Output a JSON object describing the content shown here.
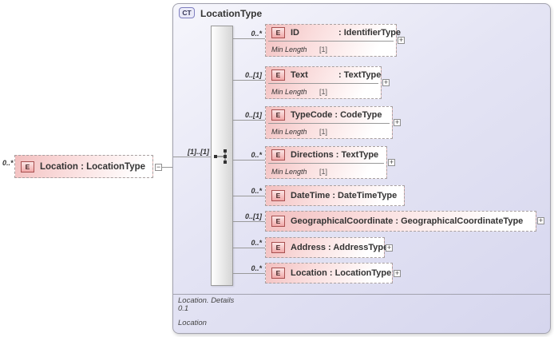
{
  "source_element": {
    "cardinality": "0..*",
    "badge": "E",
    "label": "Location : LocationType",
    "collapse_symbol": "−"
  },
  "panel": {
    "badge": "CT",
    "title": "LocationType",
    "connector_cardinality": "[1]..[1]",
    "sequence_icon": "sequence-connector-icon",
    "footer": {
      "line1": "Location. Details",
      "line2": "0.1",
      "line3": "Location"
    }
  },
  "elements": [
    {
      "cardinality": "0..*",
      "badge": "E",
      "name": "ID",
      "type": ": IdentifierType",
      "facet": {
        "label": "Min Length",
        "value": "[1]"
      },
      "expand_symbol": "+"
    },
    {
      "cardinality": "0..[1]",
      "badge": "E",
      "name": "Text",
      "type": ": TextType",
      "facet": {
        "label": "Min Length",
        "value": "[1]"
      },
      "expand_symbol": "+"
    },
    {
      "cardinality": "0..[1]",
      "badge": "E",
      "name": "TypeCode",
      "type": ": CodeType",
      "facet": {
        "label": "Min Length",
        "value": "[1]"
      },
      "expand_symbol": "+"
    },
    {
      "cardinality": "0..*",
      "badge": "E",
      "name": "Directions",
      "type": ": TextType",
      "facet": {
        "label": "Min Length",
        "value": "[1]"
      },
      "expand_symbol": "+"
    },
    {
      "cardinality": "0..*",
      "badge": "E",
      "name": "DateTime",
      "type": ": DateTimeType"
    },
    {
      "cardinality": "0..[1]",
      "badge": "E",
      "name": "GeographicalCoordinate",
      "type": ": GeographicalCoordinateType",
      "expand_symbol": "+"
    },
    {
      "cardinality": "0..*",
      "badge": "E",
      "name": "Address",
      "type": ": AddressType",
      "expand_symbol": "+"
    },
    {
      "cardinality": "0..*",
      "badge": "E",
      "name": "Location",
      "type": ": LocationType",
      "expand_symbol": "+"
    }
  ],
  "colors": {
    "element_fill_pink": "#f2bfbf",
    "element_badge_border": "#a85050",
    "panel_fill_lavender": "#dcdcf0",
    "panel_border": "#a2a2ae",
    "ct_badge_border": "#7f7fbf",
    "connector_line": "#999999"
  }
}
